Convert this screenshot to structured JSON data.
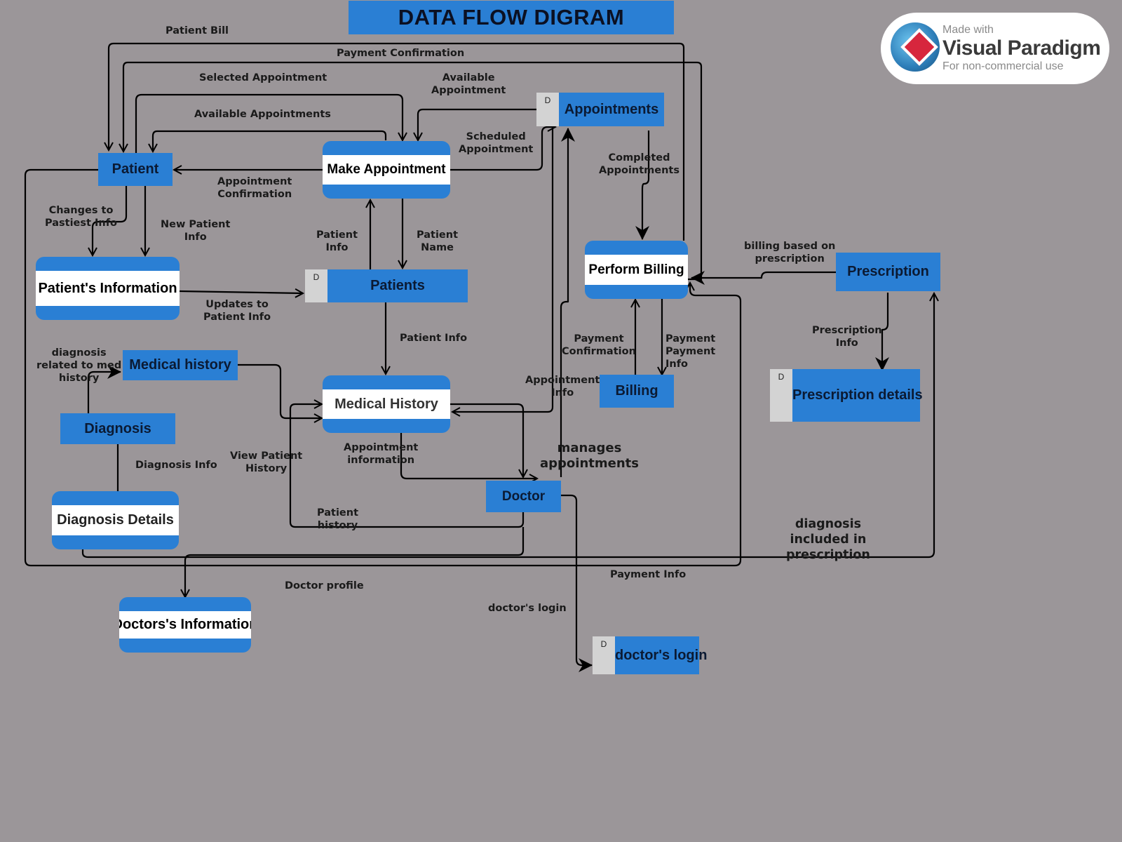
{
  "title": "DATA FLOW DIGRAM",
  "watermark": {
    "made_with": "Made with",
    "brand": "Visual Paradigm",
    "note": "For non-commercial use"
  },
  "entities": {
    "patient": "Patient",
    "medical_history": "Medical history",
    "diagnosis": "Diagnosis",
    "doctor": "Doctor",
    "billing": "Billing",
    "prescription": "Prescription"
  },
  "processes": {
    "make_appointment": "Make Appointment",
    "patients_information": "Patient's Information",
    "medical_history": "Medical History",
    "diagnosis_details": "Diagnosis Details",
    "doctors_information": "Doctors's Information",
    "perform_billing": "Perform Billing"
  },
  "stores": {
    "appointments": {
      "id": "D",
      "name": "Appointments"
    },
    "patients": {
      "id": "D",
      "name": "Patients"
    },
    "prescription_details": {
      "id": "D",
      "name": "Prescription details"
    },
    "doctors_login": {
      "id": "D",
      "name": "doctor's login"
    }
  },
  "flows": {
    "patient_bill": "Patient Bill",
    "payment_confirmation_top": "Payment Confirmation",
    "selected_appointment": "Selected Appointment",
    "available_appointment": "Available\nAppointment",
    "available_appointments": "Available Appointments",
    "scheduled_appointment": "Scheduled\nAppointment",
    "appointment_confirmation": "Appointment\nConfirmation",
    "completed_appointments": "Completed\nAppointments",
    "changes_to_patient_info": "Changes to\nPastiest Info",
    "new_patient_info": "New Patient\nInfo",
    "patient_info_up": "Patient\nInfo",
    "patient_name": "Patient\nName",
    "billing_based_on_prescription": "billing based on\nprescription",
    "updates_to_patient_info": "Updates to\nPatient Info",
    "patient_info_down": "Patient Info",
    "prescription_info": "Prescription\nInfo",
    "payment_confirmation": "Payment\nConfirmation",
    "payment_payment_info": "Payment\nPayment\nInfo",
    "diagnosis_related": "diagnosis\nrelated to med\nhistory",
    "appointment_info": "Appointment\nInfo",
    "view_patient_history": "View Patient\nHistory",
    "appointment_information": "Appointment\ninformation",
    "diagnosis_info": "Diagnosis Info",
    "manages_appointments": "manages\nappointments",
    "patient_history": "Patient\nhistory",
    "diagnosis_included": "diagnosis\nincluded in\nprescription",
    "payment_info": "Payment Info",
    "doctor_profile": "Doctor profile",
    "doctors_login_flow": "doctor's login"
  }
}
